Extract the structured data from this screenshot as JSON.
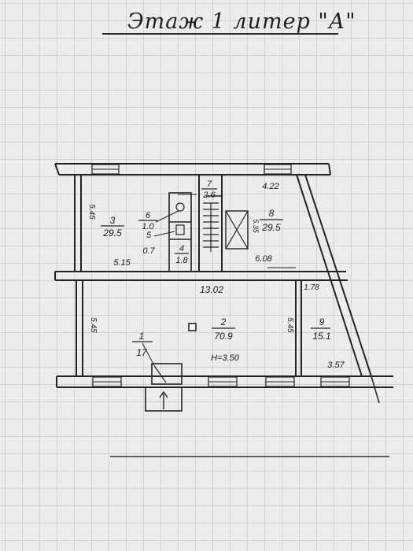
{
  "title": "Этаж 1 литер \"А\"",
  "rooms": [
    {
      "number": "1",
      "area": "17"
    },
    {
      "number": "2",
      "area": "70.9"
    },
    {
      "number": "3",
      "area": "29.5"
    },
    {
      "number": "4",
      "area": "1.8"
    },
    {
      "number": "5",
      "area": "0.7"
    },
    {
      "number": "6",
      "area": "1.0"
    },
    {
      "number": "7",
      "area": "2.6"
    },
    {
      "number": "8",
      "area": "29.5"
    },
    {
      "number": "9",
      "area": "15.1"
    }
  ],
  "dimensions": {
    "d_4_22": "4.22",
    "d_5_45": "5.45",
    "d_5_15": "5.15",
    "d_6_08": "6.08",
    "d_13_02": "13.02",
    "d_1_78": "1.78",
    "d_5_45b": "5.45",
    "d_5_45c": "5.45",
    "d_3_57": "3.57",
    "d_5_35": "5.35"
  },
  "ceiling_height": "H=3.50"
}
